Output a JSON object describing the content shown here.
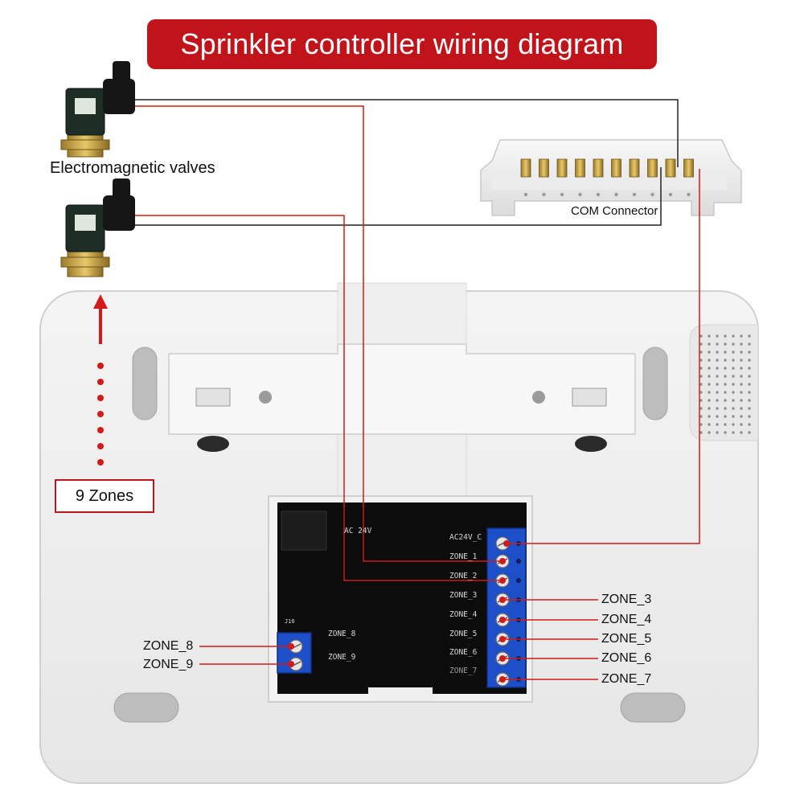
{
  "title": "Sprinkler controller wiring diagram",
  "labels": {
    "valves": "Electromagnetic valves",
    "com_connector": "COM Connector",
    "zones_count": "9 Zones"
  },
  "pcb": {
    "ac_in": "AC 24V",
    "j1_label": "J16",
    "terminals": [
      "AC24V_C",
      "ZONE_1",
      "ZONE_2",
      "ZONE_3",
      "ZONE_4",
      "ZONE_5",
      "ZONE_6",
      "ZONE_7"
    ],
    "small_terminals": [
      "ZONE_8",
      "ZONE_9"
    ]
  },
  "zone_labels_right": [
    "ZONE_3",
    "ZONE_4",
    "ZONE_5",
    "ZONE_6",
    "ZONE_7"
  ],
  "zone_labels_left": [
    "ZONE_8",
    "ZONE_9"
  ],
  "colors": {
    "accent": "#c0131a",
    "wire_red": "#d21a1a",
    "wire_black": "#222222",
    "terminal_blue": "#1c4fc8"
  }
}
